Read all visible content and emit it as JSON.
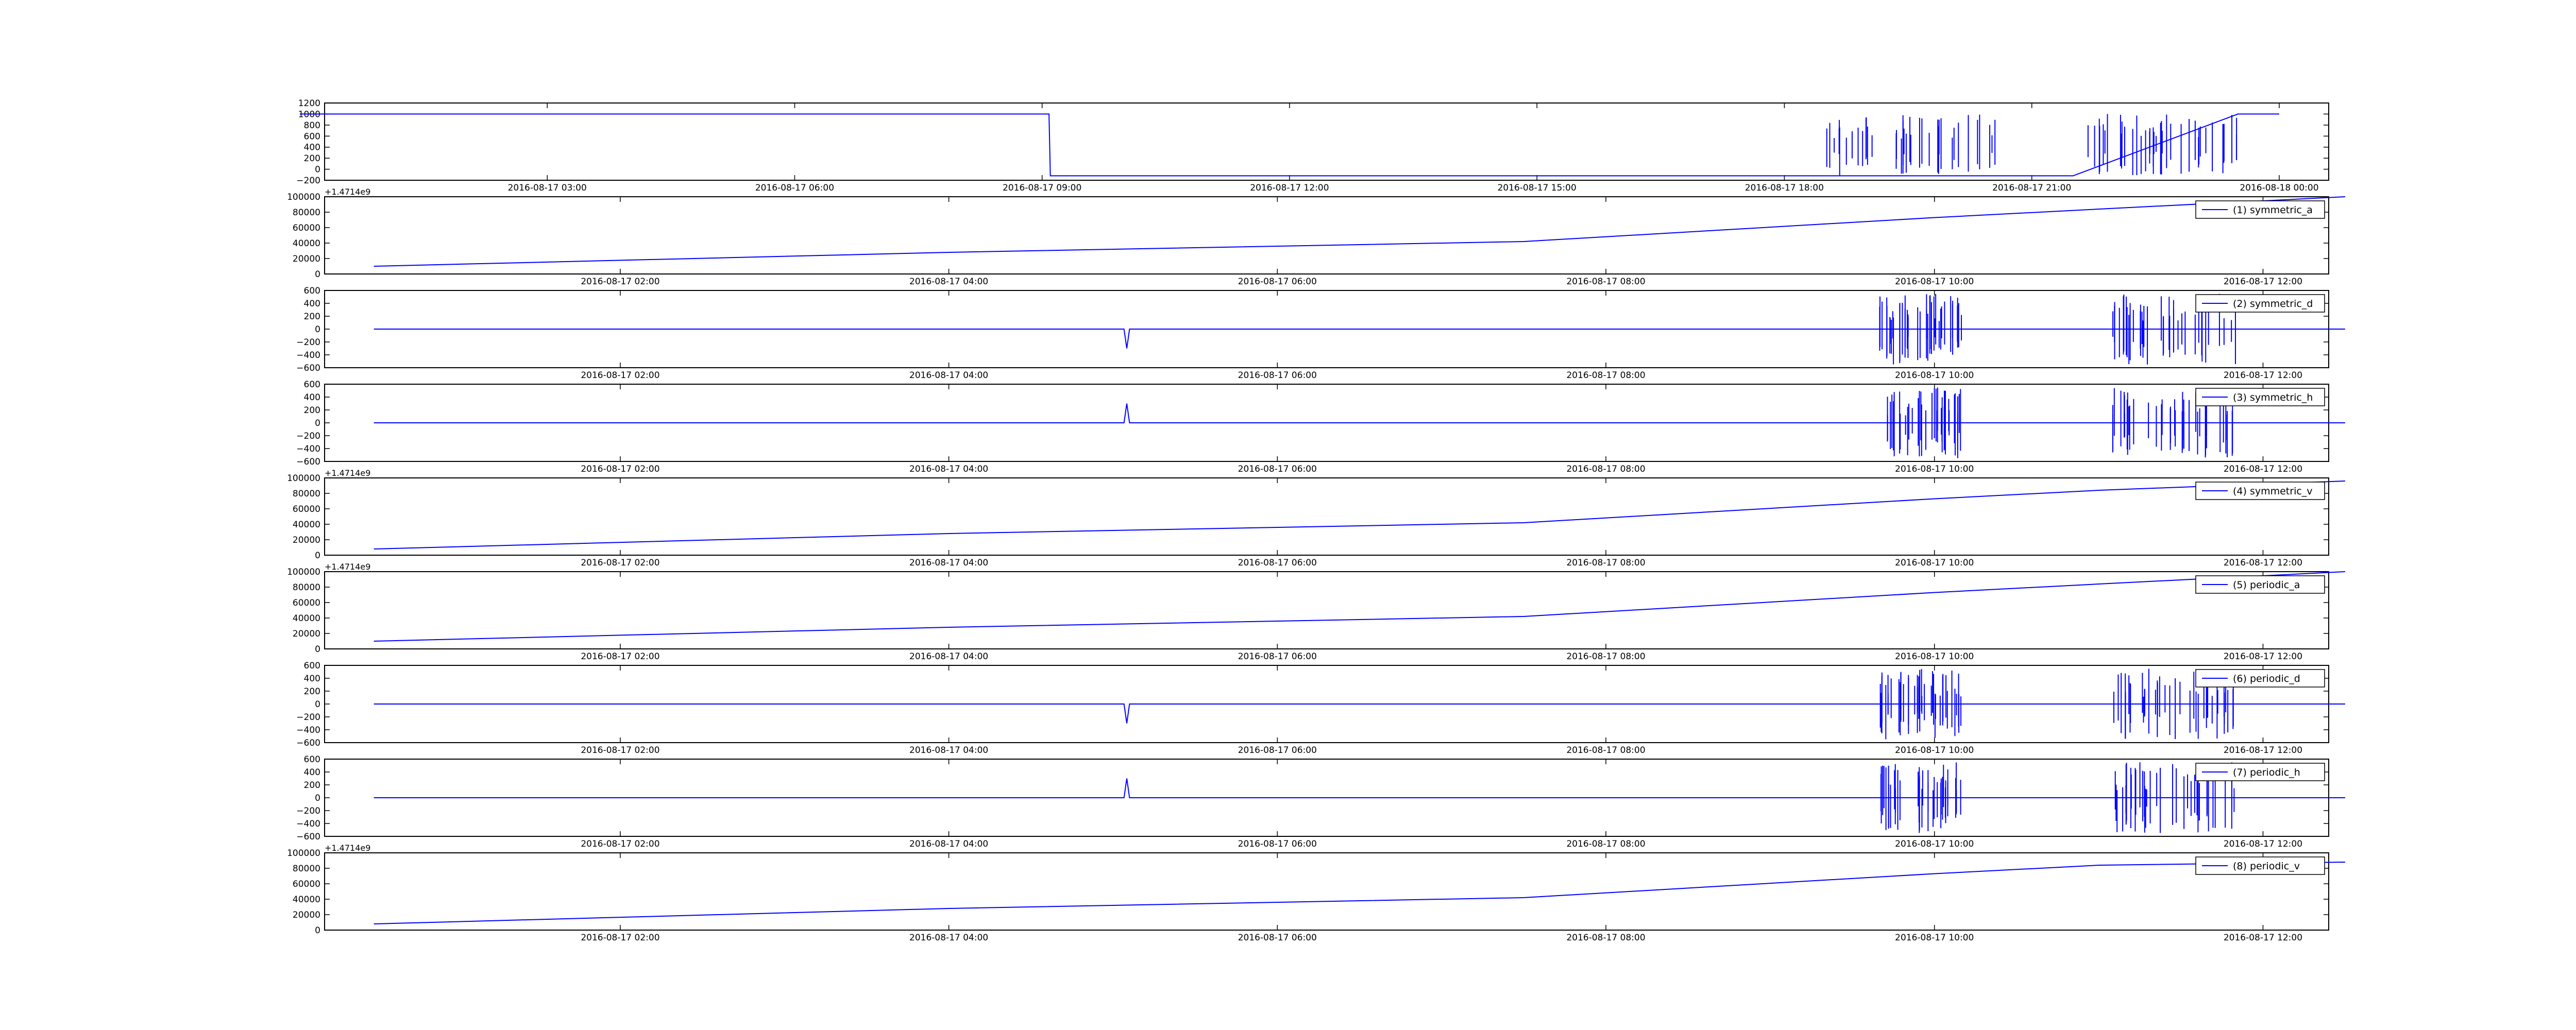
{
  "figure": {
    "line_color": "#0000ff",
    "axis_color": "#000000",
    "background": "#ffffff"
  },
  "chart_data": [
    {
      "type": "line",
      "ylim": [
        -200,
        1200
      ],
      "yticks": [
        "−200",
        "0",
        "200",
        "400",
        "600",
        "800",
        "1000",
        "1200"
      ],
      "xticks": [
        "2016-08-17 03:00",
        "2016-08-17 06:00",
        "2016-08-17 09:00",
        "2016-08-17 12:00",
        "2016-08-17 15:00",
        "2016-08-17 18:00",
        "2016-08-17 21:00",
        "2016-08-18 00:00"
      ],
      "offset_label": "",
      "legend": "",
      "series": [
        {
          "x": [
            "00:00",
            "09:05",
            "09:06",
            "18:30",
            "21:30",
            "23:30",
            "24:00"
          ],
          "y": [
            1000,
            1000,
            -120,
            -120,
            -120,
            1000,
            1000
          ]
        }
      ],
      "bursts": [
        {
          "x_start": "18:30",
          "x_end": "20:35",
          "low": -120,
          "high": 1000
        },
        {
          "x_start": "21:40",
          "x_end": "23:30",
          "low": -120,
          "high": 1000
        }
      ]
    },
    {
      "type": "line",
      "ylim": [
        0,
        100000
      ],
      "yticks": [
        "0",
        "20000",
        "40000",
        "60000",
        "80000",
        "100000"
      ],
      "xticks": [
        "2016-08-17 02:00",
        "2016-08-17 04:00",
        "2016-08-17 06:00",
        "2016-08-17 08:00",
        "2016-08-17 10:00",
        "2016-08-17 12:00"
      ],
      "offset_label": "+1.4714e9",
      "legend": "(1) symmetric_a",
      "series": [
        {
          "x": [
            "00:30",
            "04:00",
            "07:30",
            "10:00",
            "11:00",
            "12:30"
          ],
          "y": [
            10000,
            28000,
            42000,
            73000,
            84000,
            100000
          ]
        }
      ],
      "bursts": []
    },
    {
      "type": "line",
      "ylim": [
        -600,
        600
      ],
      "yticks": [
        "−600",
        "−400",
        "−200",
        "0",
        "200",
        "400",
        "600"
      ],
      "xticks": [
        "2016-08-17 02:00",
        "2016-08-17 04:00",
        "2016-08-17 06:00",
        "2016-08-17 08:00",
        "2016-08-17 10:00",
        "2016-08-17 12:00"
      ],
      "offset_label": "",
      "legend": "(2) symmetric_d",
      "series": [
        {
          "x": [
            "00:30",
            "05:04",
            "05:05",
            "05:06",
            "09:40",
            "11:50",
            "12:30"
          ],
          "y": [
            0,
            0,
            -300,
            0,
            0,
            0,
            0
          ]
        }
      ],
      "bursts": [
        {
          "x_start": "09:40",
          "x_end": "10:10",
          "low": -550,
          "high": 550
        },
        {
          "x_start": "11:05",
          "x_end": "11:50",
          "low": -550,
          "high": 550
        }
      ]
    },
    {
      "type": "line",
      "ylim": [
        -600,
        600
      ],
      "yticks": [
        "−600",
        "−400",
        "−200",
        "0",
        "200",
        "400",
        "600"
      ],
      "xticks": [
        "2016-08-17 02:00",
        "2016-08-17 04:00",
        "2016-08-17 06:00",
        "2016-08-17 08:00",
        "2016-08-17 10:00",
        "2016-08-17 12:00"
      ],
      "offset_label": "",
      "legend": "(3) symmetric_h",
      "series": [
        {
          "x": [
            "00:30",
            "05:04",
            "05:05",
            "05:06",
            "09:40",
            "11:50",
            "12:30"
          ],
          "y": [
            0,
            0,
            300,
            0,
            0,
            0,
            0
          ]
        }
      ],
      "bursts": [
        {
          "x_start": "09:40",
          "x_end": "10:10",
          "low": -550,
          "high": 550
        },
        {
          "x_start": "11:05",
          "x_end": "11:50",
          "low": -550,
          "high": 550
        }
      ]
    },
    {
      "type": "line",
      "ylim": [
        0,
        100000
      ],
      "yticks": [
        "0",
        "20000",
        "40000",
        "60000",
        "80000",
        "100000"
      ],
      "xticks": [
        "2016-08-17 02:00",
        "2016-08-17 04:00",
        "2016-08-17 06:00",
        "2016-08-17 08:00",
        "2016-08-17 10:00",
        "2016-08-17 12:00"
      ],
      "offset_label": "+1.4714e9",
      "legend": "(4) symmetric_v",
      "series": [
        {
          "x": [
            "00:30",
            "04:00",
            "07:30",
            "10:00",
            "11:00",
            "12:30"
          ],
          "y": [
            8000,
            28000,
            42000,
            73000,
            84000,
            96000
          ]
        }
      ],
      "bursts": []
    },
    {
      "type": "line",
      "ylim": [
        0,
        100000
      ],
      "yticks": [
        "0",
        "20000",
        "40000",
        "60000",
        "80000",
        "100000"
      ],
      "xticks": [
        "2016-08-17 02:00",
        "2016-08-17 04:00",
        "2016-08-17 06:00",
        "2016-08-17 08:00",
        "2016-08-17 10:00",
        "2016-08-17 12:00"
      ],
      "offset_label": "+1.4714e9",
      "legend": "(5) periodic_a",
      "series": [
        {
          "x": [
            "00:30",
            "04:00",
            "07:30",
            "10:00",
            "11:00",
            "12:30"
          ],
          "y": [
            10000,
            28000,
            42000,
            73000,
            84000,
            100000
          ]
        }
      ],
      "bursts": []
    },
    {
      "type": "line",
      "ylim": [
        -600,
        600
      ],
      "yticks": [
        "−600",
        "−400",
        "−200",
        "0",
        "200",
        "400",
        "600"
      ],
      "xticks": [
        "2016-08-17 02:00",
        "2016-08-17 04:00",
        "2016-08-17 06:00",
        "2016-08-17 08:00",
        "2016-08-17 10:00",
        "2016-08-17 12:00"
      ],
      "offset_label": "",
      "legend": "(6) periodic_d",
      "series": [
        {
          "x": [
            "00:30",
            "05:04",
            "05:05",
            "05:06",
            "09:40",
            "11:50",
            "12:30"
          ],
          "y": [
            0,
            0,
            -300,
            0,
            0,
            0,
            0
          ]
        }
      ],
      "bursts": [
        {
          "x_start": "09:40",
          "x_end": "10:10",
          "low": -550,
          "high": 550
        },
        {
          "x_start": "11:05",
          "x_end": "11:50",
          "low": -550,
          "high": 550
        }
      ]
    },
    {
      "type": "line",
      "ylim": [
        -600,
        600
      ],
      "yticks": [
        "−600",
        "−400",
        "−200",
        "0",
        "200",
        "400",
        "600"
      ],
      "xticks": [
        "2016-08-17 02:00",
        "2016-08-17 04:00",
        "2016-08-17 06:00",
        "2016-08-17 08:00",
        "2016-08-17 10:00",
        "2016-08-17 12:00"
      ],
      "offset_label": "",
      "legend": "(7) periodic_h",
      "series": [
        {
          "x": [
            "00:30",
            "05:04",
            "05:05",
            "05:06",
            "09:40",
            "11:50",
            "12:30"
          ],
          "y": [
            0,
            0,
            300,
            0,
            0,
            0,
            0
          ]
        }
      ],
      "bursts": [
        {
          "x_start": "09:40",
          "x_end": "10:10",
          "low": -550,
          "high": 550
        },
        {
          "x_start": "11:05",
          "x_end": "11:50",
          "low": -550,
          "high": 550
        }
      ]
    },
    {
      "type": "line",
      "ylim": [
        0,
        100000
      ],
      "yticks": [
        "0",
        "20000",
        "40000",
        "60000",
        "80000",
        "100000"
      ],
      "xticks": [
        "2016-08-17 02:00",
        "2016-08-17 04:00",
        "2016-08-17 06:00",
        "2016-08-17 08:00",
        "2016-08-17 10:00",
        "2016-08-17 12:00"
      ],
      "offset_label": "+1.4714e9",
      "legend": "(8) periodic_v",
      "series": [
        {
          "x": [
            "00:30",
            "04:00",
            "07:30",
            "10:00",
            "11:00",
            "12:30"
          ],
          "y": [
            8000,
            28000,
            42000,
            73000,
            84000,
            88000
          ]
        }
      ],
      "bursts": []
    }
  ]
}
